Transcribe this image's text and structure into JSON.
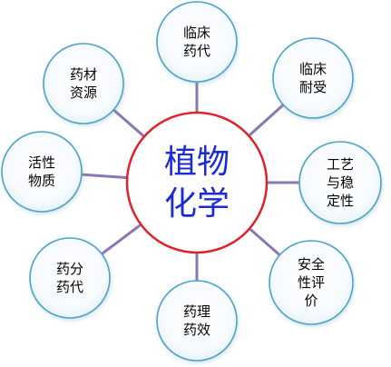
{
  "center": {
    "lines": [
      "植物",
      "化学"
    ],
    "color": "#1b2bd8",
    "border_color": "#e0202a"
  },
  "nodes": [
    {
      "id": "linchuang-yaodai",
      "lines": [
        "临床",
        "药代"
      ]
    },
    {
      "id": "linchuang-naishou",
      "lines": [
        "临床",
        "耐受"
      ]
    },
    {
      "id": "gongyi-wending",
      "lines": [
        "工艺",
        "与稳",
        "定性"
      ]
    },
    {
      "id": "anquanxing-pingjia",
      "lines": [
        "安全",
        "性评",
        "价"
      ]
    },
    {
      "id": "yaoli-yaoxiao",
      "lines": [
        "药理",
        "药效"
      ]
    },
    {
      "id": "yaofen-yaodai",
      "lines": [
        "药分",
        "药代"
      ]
    },
    {
      "id": "huoxing-wuzhi",
      "lines": [
        "活性",
        "物质"
      ]
    },
    {
      "id": "yaocai-ziyuan",
      "lines": [
        "药材",
        "资源"
      ]
    }
  ],
  "style": {
    "connector_color": "#8a76b4",
    "node_border_color": "#4aa5c8",
    "node_fill_inner": "#ffffff",
    "node_fill_outer": "#e6f2f8"
  }
}
